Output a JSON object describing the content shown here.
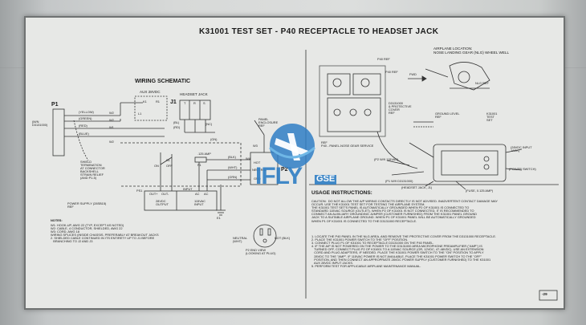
{
  "title": "K31001 TEST SET - P40 RECEPTACLE TO HEADSET JACK",
  "schematic": {
    "heading": "WIRING SCHEMATIC",
    "aux": "AUX 28VDC",
    "j1": "J1",
    "headset_jack": "HEADSET JACK",
    "j1_pins": [
      "T",
      "R",
      "S"
    ],
    "p1": "P1",
    "p1_ref": "(M/N\nD3131000)",
    "wires": [
      "(YELLOW)",
      "(GREEN)",
      "(RED)",
      "(BLUE)"
    ],
    "wire_ids": [
      "W2",
      "W2",
      "W1",
      "W2"
    ],
    "k1": "K1",
    "l1": "L1",
    "r1": "R1",
    "nc": "(NC)",
    "bl": "(BL)",
    "rd": "(RD)",
    "gn": "(GN)",
    "w3": "W3",
    "w4": "W4",
    "panel_enclosure": "PANEL\nENCLOSURE\nREF",
    "shield_term": "SHIELD\nTERMINATION\nAT CONNECTOR\nBACKSHELL\nSTRAIN RELIEF\n(AND P1-5)",
    "on_label": "ON",
    "off_label": "OFF",
    "s1_label": "S1",
    "amp": ".125 AMP",
    "f1": "F1",
    "blk": "(BLK)",
    "wht": "(WHT)",
    "grn": "(GRN)",
    "hot": "HOT",
    "neutral": "NEUTRAL",
    "gnd": "GND",
    "p2": "P2",
    "ps1": "PS1",
    "out_plus": "OUT+",
    "out_minus": "OUT-",
    "v28out": "28VDC\nOUTPUT",
    "input_label": "INPUT",
    "ac1": "AC",
    "ac2": "AC",
    "v115in": "115VAC\nINPUT",
    "power_supply": "POWER SUPPLY (28SB15)\nREF",
    "e1": "E1",
    "neutral_wht": "NEUTRAL\n(WHT)",
    "hot_blk": "HOT (BLK)",
    "p2_end_view": "P2 END VIEW\n(LOOKING AT PLUG)",
    "notes_title": "NOTES:",
    "notes": "W1: HOOK-UP, AWG 22 (TYP, EXCEPT AS NOTED)\nW2: CABLE, 4 CONDUCTOR, SHIELDED, AWG 22\nW3: CORD, AWG 18\nWIRING SPLICES (INSIDE CHASSIS, PREFERABLY AT BREAKOUT JACKS\n2. SHIELDED CABLE CONTINUED IN ITS ENTIRETY UP TO J1 BEFORE\n   BRANCHING TO J2 AND J3"
  },
  "right": {
    "airplane_location": "AIRPLANE LOCATION:\nNOSE LANDING GEAR (NLG) WHEEL WELL",
    "p40_ref_1": "P40 REF",
    "p40_ref_2": "P40 REF",
    "fwd": "FWD",
    "nlg_ref": "NLG REF",
    "d3131000": "D3131000\n& PROTECTIVE\nCOVER\nREF",
    "ground_level": "GROUND LEVEL\nREF",
    "k31001": "K31001\nTEST\nSET",
    "p40_panel": "REF\nP40 - PANEL-NOSE GEAR SERVICE",
    "input_jack": "(28VDC INPUT\nJACK)",
    "power_switch": "(POWER SWITCH)",
    "p2_cord": "(P2 W/9 115VAC)",
    "p1_ref": "(P1 W/9 D3131000)",
    "headset_jack_j1": "(HEADSET JACK, J1)",
    "fuse": "(FUSE, 0.125 AMP)"
  },
  "instructions": {
    "heading": "USAGE INSTRUCTIONS:",
    "caution": "CAUTION:  DO NOT ALLOW THE A/P WIRING CONTACTS DIRECTLY IS NOT ADVISED. INADVERTENT CONTACT DAMAGE MAY\nOCCUR. USE THE K31001 TEST SET FOR TESTING THE AIRPLANE SYSTEM.\nTHE K31001 TEST SET'S PANEL IS AUTOMATICALLY GROUNDED WHEN P2 OF K31001 IS CONNECTED TO\nSTANDARD 115VAC SOURCE (OUTLET). WHEN P2 OF K31001 IS NOT CONNECTED, IT IS RECOMMENDED TO\nCONNECT AN AUXILIARY GROUNDING JUMPER (CUSTOMER FURNISHED) FROM THE K31001 PANEL GROUND\nJACK TO A SUITABLE AIRPLANE GROUND. WHEN P1 OF K31001 PANEL WILL BE AUTOMATICALLY GROUNDED\nWHEN P1 OF K31001 IS CONNECTED TO THE D3131000 RECEPTACLE.",
    "steps": "1. LOCATE THE P40 PANEL IN THE NLG AREA, AND REMOVE THE PROTECTIVE COVER FROM THE D3131000 RECEPTACLE.\n2. PLACE THE K31001 POWER SWITCH TO THE \"OFF\" POSITION.\n3. CONNECT PLUG P1 OF K31001 TO RECEPTACLE D3131000 ON THE P40 PANEL.\n4. IF THE A/P IS NOT POWERED ON THE POWER TO THE D3131000 AREA MICROPHONE PREAMPLIFIER (\"AMP\") IS\n   TURNED OFF, CONNECT PLUG P2 OF K31001 TO A 115VAC SOURCE (OR, 12VDC, 47-48VDC). USE AN EXTENSION\n   CORD AND PLUG ADAPTERS, IF NEEDED. PLACE THE K31001 POWER SWITCH TO THE \"ON\" POSITION TO APPLY\n   28VDC TO THE \"AMP\". IF 115VAC POWER IS NOT AVAILABLE, PLACE THE K31001 POWER SWITCH TO THE \"OFF\"\n   POSITION, AND THEN CONNECT AN APPROPRIATE 28VDC POWER SUPPLY (CUSTOMER FURNISHED) TO THE K31001\n   AUX 28VDC INPUT JACKS.\n5. PERFORM TEST FOR APPLICABLE AIRPLANE MAINTENANCE MANUAL."
  },
  "page_number": "-29",
  "watermark": {
    "brand": "IFLY",
    "tag": "GSE"
  },
  "colors": {
    "plate": "#e7e8e6",
    "ink": "#222222",
    "watermark_blue": "#2f7ec4",
    "watermark_sky": "#6fb7e6"
  }
}
